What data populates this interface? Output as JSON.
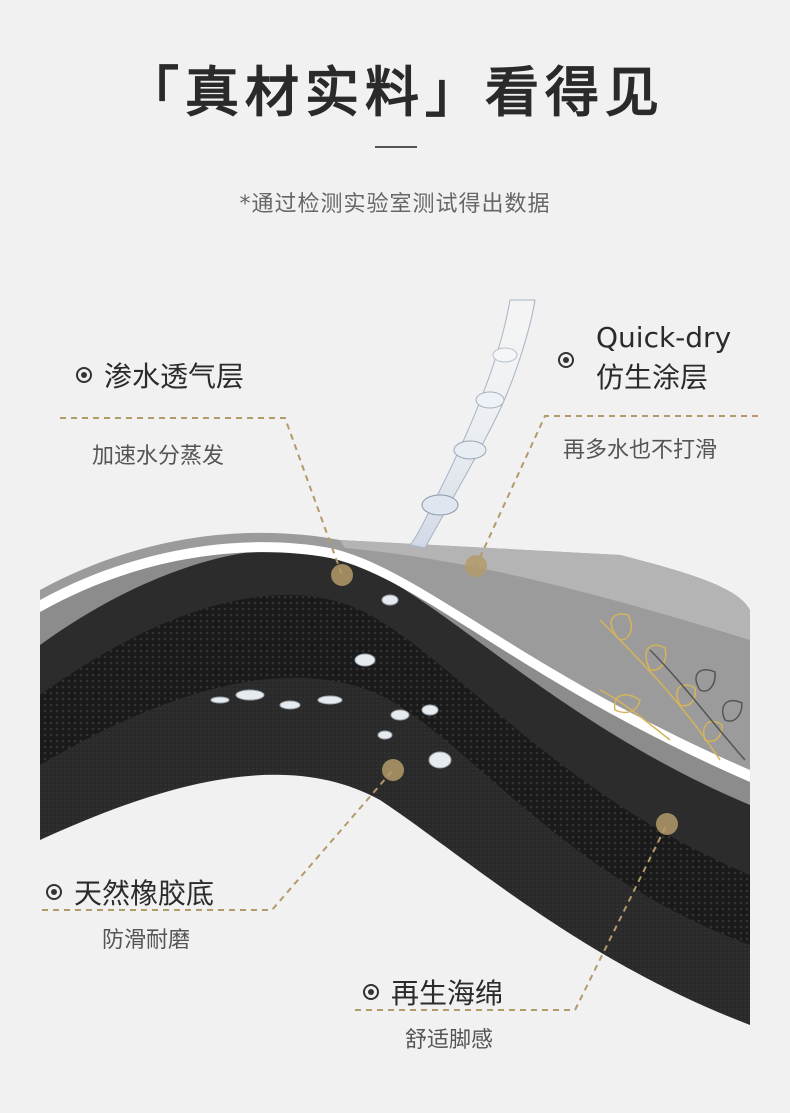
{
  "header": {
    "title": "「真材实料」看得见",
    "subtitle": "*通过检测实验室测试得出数据"
  },
  "layers": {
    "breathable": {
      "name": "渗水透气层",
      "desc": "加速水分蒸发"
    },
    "coating": {
      "name_line1": "Quick-dry",
      "name_line2": "仿生涂层",
      "desc": "再多水也不打滑"
    },
    "rubber": {
      "name": "天然橡胶底",
      "desc": "防滑耐磨"
    },
    "sponge": {
      "name": "再生海绵",
      "desc": "舒适脚感"
    }
  },
  "colors": {
    "background": "#f1f1f1",
    "accent_gold": "#b39a6a",
    "mat_top": "#9a9a9a",
    "mat_dark": "#1e1e1e"
  }
}
